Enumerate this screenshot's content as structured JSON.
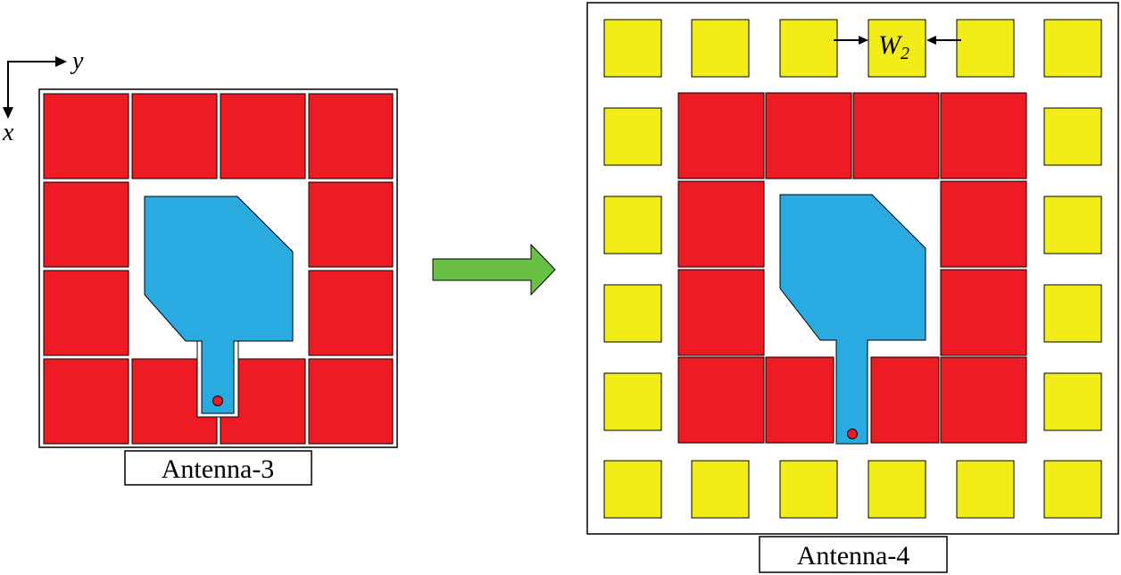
{
  "axes": {
    "x_label": "x",
    "y_label": "y"
  },
  "antenna3": {
    "label": "Antenna-3"
  },
  "antenna4": {
    "label": "Antenna-4",
    "dimension_main": "W",
    "dimension_sub": "2"
  },
  "colors": {
    "red_patch": "#ed1c24",
    "yellow_patch": "#f2ec19",
    "blue_patch": "#29abe2",
    "arrow_green": "#6abf45",
    "feed_point": "#ed1c24",
    "outline": "#000000"
  }
}
